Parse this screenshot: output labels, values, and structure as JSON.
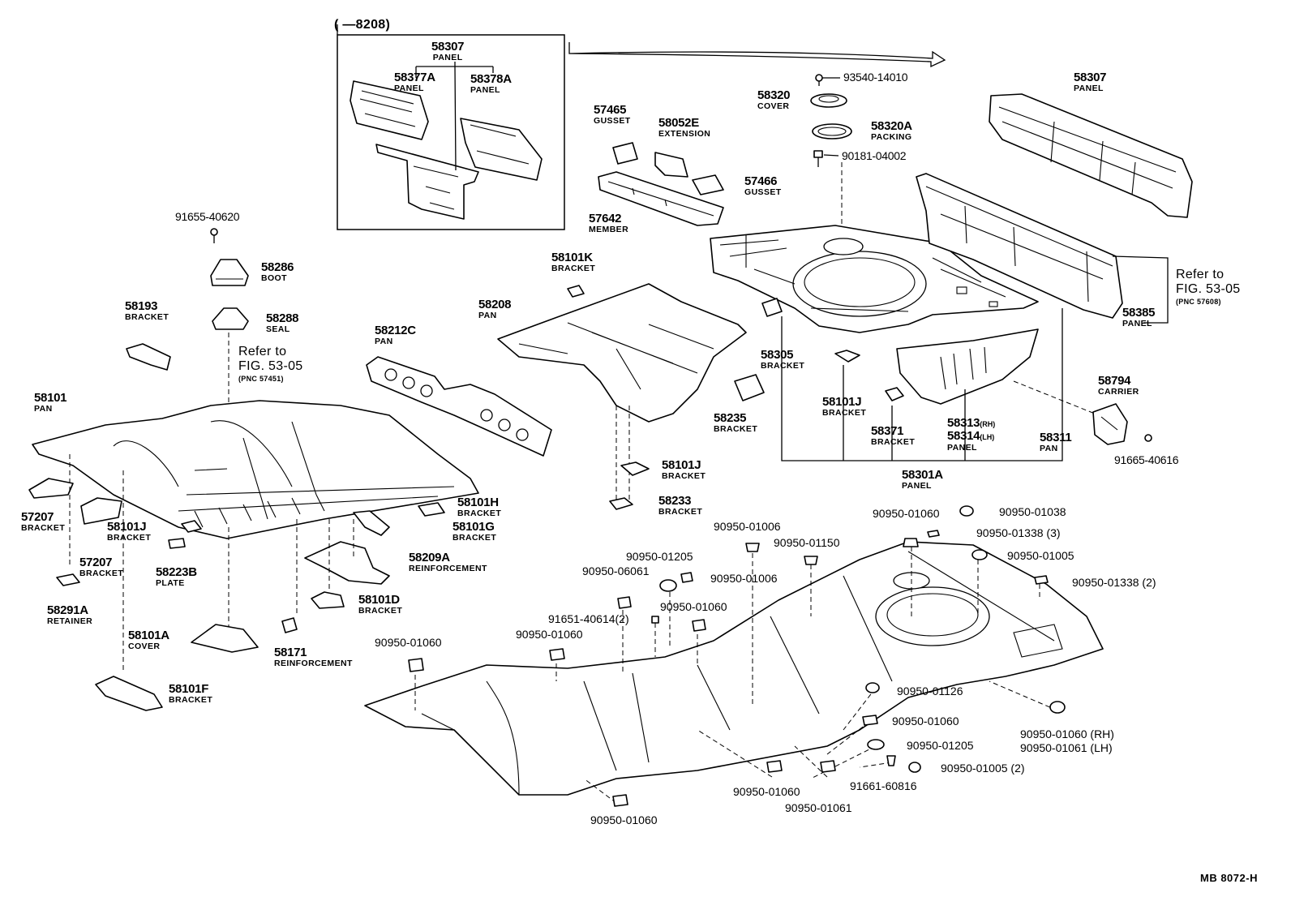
{
  "frame_range": "(      —8208)",
  "code": "MB  8072-H",
  "refs": {
    "ref1": {
      "line1": "Refer to",
      "line2": "FIG. 53-05",
      "line3": "(PNC 57451)"
    },
    "ref2": {
      "line1": "Refer to",
      "line2": "FIG. 53-05",
      "line3": "(PNC 57608)"
    }
  },
  "parts": [
    {
      "id": "58307a",
      "num": "58307",
      "name": "PANEL"
    },
    {
      "id": "58377A",
      "num": "58377A",
      "name": "PANEL"
    },
    {
      "id": "58378A",
      "num": "58378A",
      "name": "PANEL"
    },
    {
      "id": "57465",
      "num": "57465",
      "name": "GUSSET"
    },
    {
      "id": "58052E",
      "num": "58052E",
      "name": "EXTENSION"
    },
    {
      "id": "57466",
      "num": "57466",
      "name": "GUSSET"
    },
    {
      "id": "57642",
      "num": "57642",
      "name": "MEMBER"
    },
    {
      "id": "58320",
      "num": "58320",
      "name": "COVER"
    },
    {
      "id": "58320A",
      "num": "58320A",
      "name": "PACKING"
    },
    {
      "id": "93540",
      "num": "93540-14010",
      "name": ""
    },
    {
      "id": "90181",
      "num": "90181-04002",
      "name": ""
    },
    {
      "id": "58307b",
      "num": "58307",
      "name": "PANEL"
    },
    {
      "id": "58385",
      "num": "58385",
      "name": "PANEL"
    },
    {
      "id": "91655",
      "num": "91655-40620",
      "name": ""
    },
    {
      "id": "58286",
      "num": "58286",
      "name": "BOOT"
    },
    {
      "id": "58288",
      "num": "58288",
      "name": "SEAL"
    },
    {
      "id": "58193",
      "num": "58193",
      "name": "BRACKET"
    },
    {
      "id": "58101",
      "num": "58101",
      "name": "PAN"
    },
    {
      "id": "58212C",
      "num": "58212C",
      "name": "PAN"
    },
    {
      "id": "58101K",
      "num": "58101K",
      "name": "BRACKET"
    },
    {
      "id": "58208",
      "num": "58208",
      "name": "PAN"
    },
    {
      "id": "58305",
      "num": "58305",
      "name": "BRACKET"
    },
    {
      "id": "58101Ja",
      "num": "58101J",
      "name": "BRACKET"
    },
    {
      "id": "58371",
      "num": "58371",
      "name": "BRACKET"
    },
    {
      "id": "58313",
      "num": "58313",
      "name": "",
      "suffix": "(RH)"
    },
    {
      "id": "58314",
      "num": "58314",
      "name": "PANEL",
      "suffix": "(LH)"
    },
    {
      "id": "58311",
      "num": "58311",
      "name": "PAN"
    },
    {
      "id": "58301A",
      "num": "58301A",
      "name": "PANEL"
    },
    {
      "id": "58794",
      "num": "58794",
      "name": "CARRIER"
    },
    {
      "id": "91665",
      "num": "91665-40616",
      "name": ""
    },
    {
      "id": "58235",
      "num": "58235",
      "name": "BRACKET"
    },
    {
      "id": "58101Jb",
      "num": "58101J",
      "name": "BRACKET"
    },
    {
      "id": "58233",
      "num": "58233",
      "name": "BRACKET"
    },
    {
      "id": "57207a",
      "num": "57207",
      "name": "BRACKET"
    },
    {
      "id": "58101Jc",
      "num": "58101J",
      "name": "BRACKET"
    },
    {
      "id": "57207b",
      "num": "57207",
      "name": "BRACKET"
    },
    {
      "id": "58223B",
      "num": "58223B",
      "name": "PLATE"
    },
    {
      "id": "58291A",
      "num": "58291A",
      "name": "RETAINER"
    },
    {
      "id": "58101H",
      "num": "58101H",
      "name": "BRACKET"
    },
    {
      "id": "58101G",
      "num": "58101G",
      "name": "BRACKET"
    },
    {
      "id": "58209A",
      "num": "58209A",
      "name": "REINFORCEMENT"
    },
    {
      "id": "58101D",
      "num": "58101D",
      "name": "BRACKET"
    },
    {
      "id": "58101A",
      "num": "58101A",
      "name": "COVER"
    },
    {
      "id": "58171",
      "num": "58171",
      "name": "REINFORCEMENT"
    },
    {
      "id": "58101F",
      "num": "58101F",
      "name": "BRACKET"
    }
  ],
  "plugs": [
    {
      "id": "p1",
      "num": "90950-01060"
    },
    {
      "id": "p2",
      "num": "90950-01038"
    },
    {
      "id": "p3",
      "num": "90950-01338 (3)"
    },
    {
      "id": "p4",
      "num": "90950-01005"
    },
    {
      "id": "p5",
      "num": "90950-01338 (2)"
    },
    {
      "id": "p6",
      "num": "90950-01006"
    },
    {
      "id": "p7",
      "num": "90950-01150"
    },
    {
      "id": "p8",
      "num": "90950-01205"
    },
    {
      "id": "p9",
      "num": "90950-06061"
    },
    {
      "id": "p10",
      "num": "90950-01006"
    },
    {
      "id": "p11",
      "num": "90950-01060"
    },
    {
      "id": "p12",
      "num": "91651-40614(2)"
    },
    {
      "id": "p13",
      "num": "90950-01060"
    },
    {
      "id": "p14",
      "num": "90950-01060"
    },
    {
      "id": "p15",
      "num": "90950-01126"
    },
    {
      "id": "p16",
      "num": "90950-01060"
    },
    {
      "id": "p17",
      "num": "90950-01205"
    },
    {
      "id": "p18",
      "num": "90950-01005 (2)"
    },
    {
      "id": "p19",
      "num": "91661-60816"
    },
    {
      "id": "p20",
      "num": "90950-01060"
    },
    {
      "id": "p21",
      "num": "90950-01061"
    },
    {
      "id": "p22",
      "num": "90950-01060"
    },
    {
      "id": "p23a",
      "num": "90950-01060 (RH)"
    },
    {
      "id": "p23b",
      "num": "90950-01061 (LH)"
    }
  ]
}
